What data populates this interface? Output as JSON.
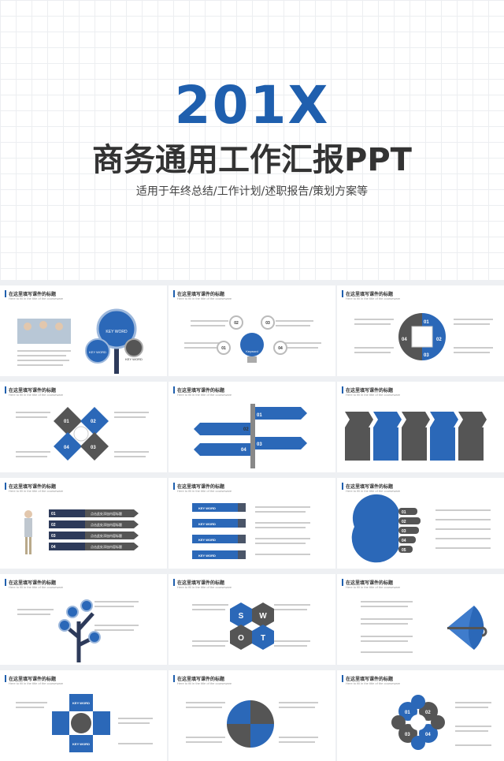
{
  "hero": {
    "year": "201X",
    "title": "商务通用工作汇报PPT",
    "subtitle": "适用于年终总结/工作计划/述职报告/策划方案等"
  },
  "slide_header": "在这里填写课件的标题",
  "slide_subheader": "Here to fill in the title of the courseware",
  "labels": {
    "key_word": "KEY WORD",
    "keyword": "Keyword",
    "n01": "01",
    "n02": "02",
    "n03": "03",
    "n04": "04",
    "n05": "05",
    "s": "S",
    "w": "W",
    "o": "O",
    "t": "T",
    "click_edit": "点击此处添加内容标题"
  },
  "colors": {
    "primary": "#1f5fae",
    "gray": "#6b6f75",
    "dark": "#33383f"
  }
}
